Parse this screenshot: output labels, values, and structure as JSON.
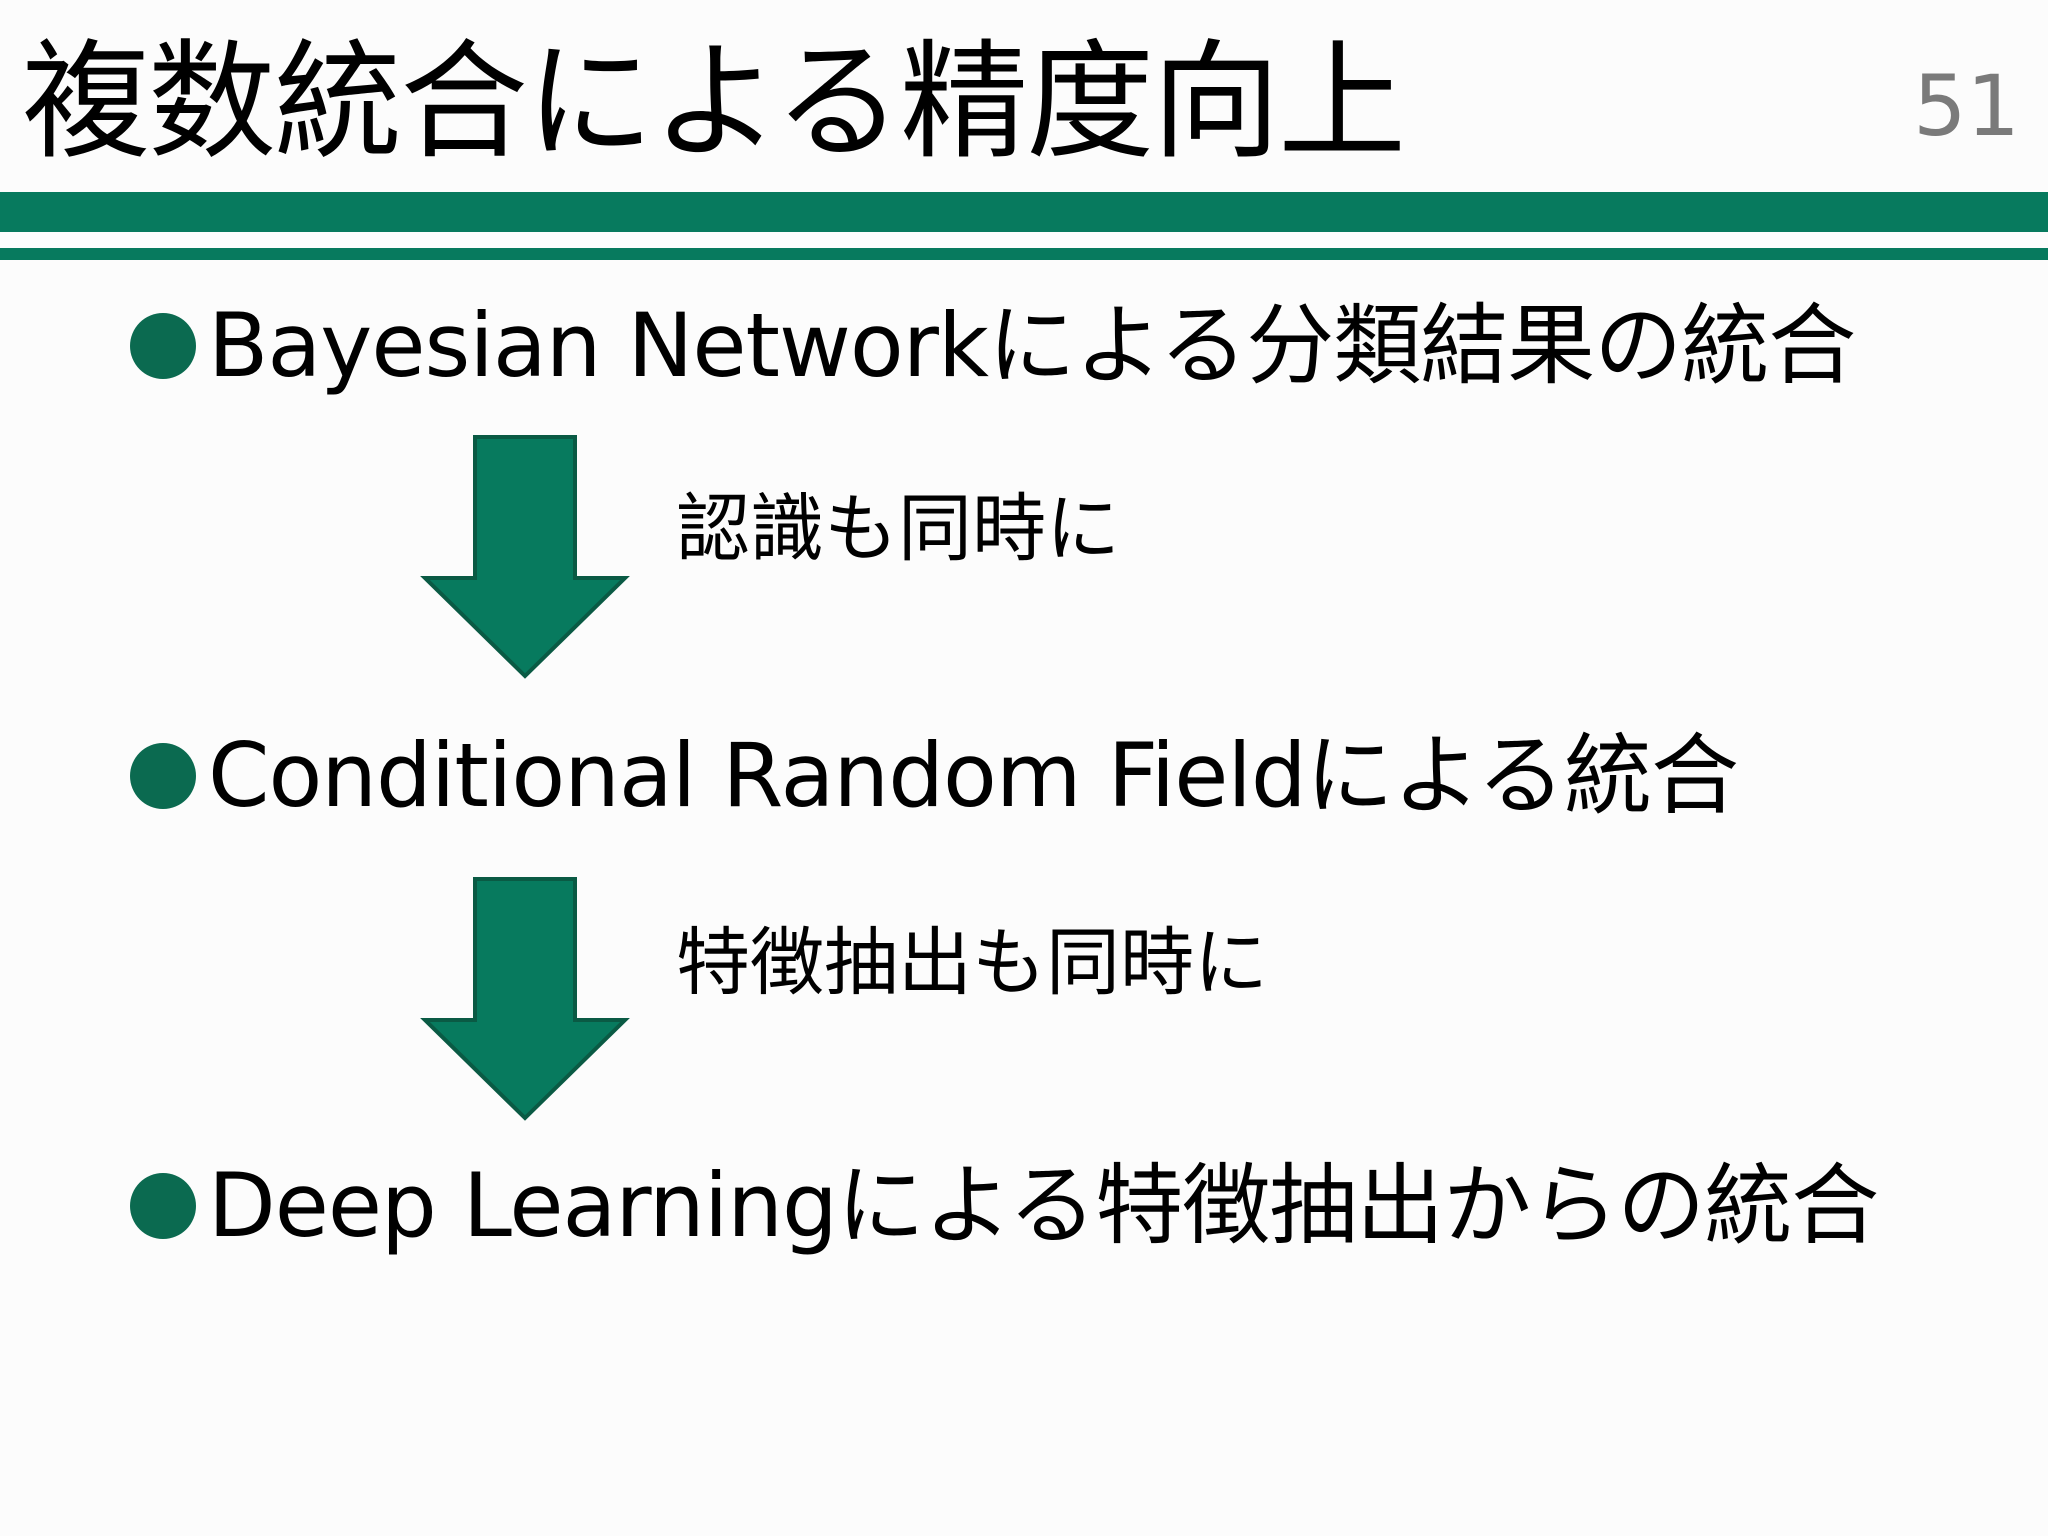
{
  "slide": {
    "title": "複数統合による精度向上",
    "page_number": "51"
  },
  "theme": {
    "accent_green": "#077a5e",
    "arrow_stroke": "#0a5a44",
    "bullet_green": "#0b6a50",
    "page_number_gray": "#7a7a7a"
  },
  "bullets": [
    {
      "text": "Bayesian Networkによる分類結果の統合"
    },
    {
      "text": "Conditional Random Fieldによる統合"
    },
    {
      "text": "Deep Learningによる特徴抽出からの統合"
    }
  ],
  "transitions": [
    {
      "icon": "down-arrow-icon",
      "note": "認識も同時に"
    },
    {
      "icon": "down-arrow-icon",
      "note": "特徴抽出も同時に"
    }
  ]
}
